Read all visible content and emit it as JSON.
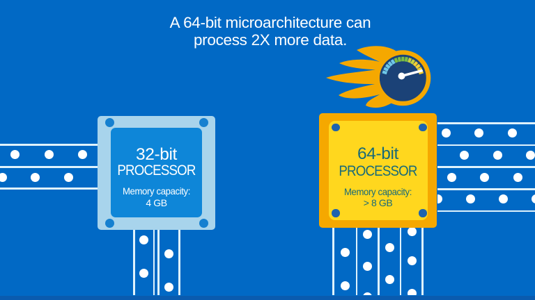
{
  "title": {
    "line1": "A 64-bit microarchitecture can",
    "line2": "process 2X more data."
  },
  "processors": [
    {
      "name": "32-bit processor",
      "bits_label": "32-bit",
      "type_label": "PROCESSOR",
      "memory_label": "Memory capacity:",
      "memory_value": "4 GB",
      "body_color": "#0E86D8",
      "frame_color": "#A8D4EC",
      "screw_color": "#1580D0",
      "text_color": "#FFFFFF"
    },
    {
      "name": "64-bit processor",
      "bits_label": "64-bit",
      "type_label": "PROCESSOR",
      "memory_label": "Memory capacity:",
      "memory_value": "> 8 GB",
      "body_color": "#FFD71E",
      "frame_color": "#F5A800",
      "screw_color": "#1E63AE",
      "text_color": "#186A78"
    }
  ],
  "icon": {
    "name": "flaming-speedometer-icon",
    "flame_color": "#F5A800",
    "ring_color": "#F5A800",
    "dial_color": "#1B4277",
    "needle_color": "#FFFFFF",
    "tick_colors": [
      "#6FC8E8",
      "#7CBE43",
      "#C8D23F",
      "#F4D032"
    ],
    "tick_counts": [
      5,
      4,
      2,
      4
    ]
  },
  "colors": {
    "background": "#0169C5",
    "bus_line": "#DFF2FC",
    "bus_dot": "#FFFFFF",
    "footer_strip": "#0A5BAF",
    "title_text": "#FFFFFF"
  }
}
